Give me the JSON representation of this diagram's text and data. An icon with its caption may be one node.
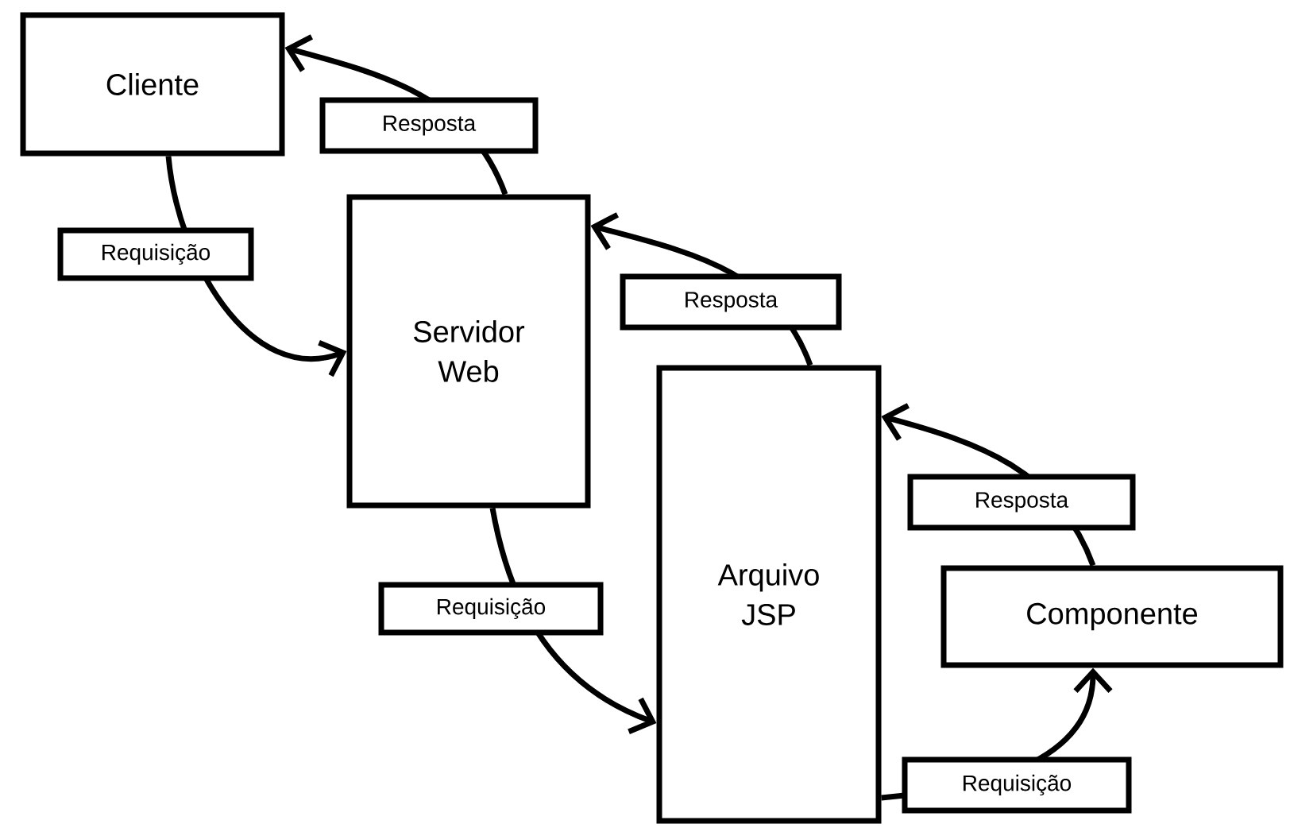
{
  "diagram": {
    "nodes": [
      {
        "text": [
          "Cliente"
        ]
      },
      {
        "text": [
          "Servidor Web"
        ]
      },
      {
        "text": [
          "Arquivo JSP"
        ]
      },
      {
        "text": [
          "Componente"
        ]
      }
    ],
    "edges": [
      {
        "from": 0,
        "to": 1,
        "arrow": "to",
        "label": "Requisição"
      },
      {
        "from": 1,
        "to": 0,
        "arrow": "to",
        "label": "Resposta"
      },
      {
        "from": 1,
        "to": 2,
        "arrow": "to",
        "label": "Requisição"
      },
      {
        "from": 2,
        "to": 1,
        "arrow": "to",
        "label": "Resposta"
      },
      {
        "from": 2,
        "to": 3,
        "arrow": "to",
        "label": "Requisição"
      },
      {
        "from": 3,
        "to": 2,
        "arrow": "to",
        "label": "Resposta"
      }
    ]
  }
}
